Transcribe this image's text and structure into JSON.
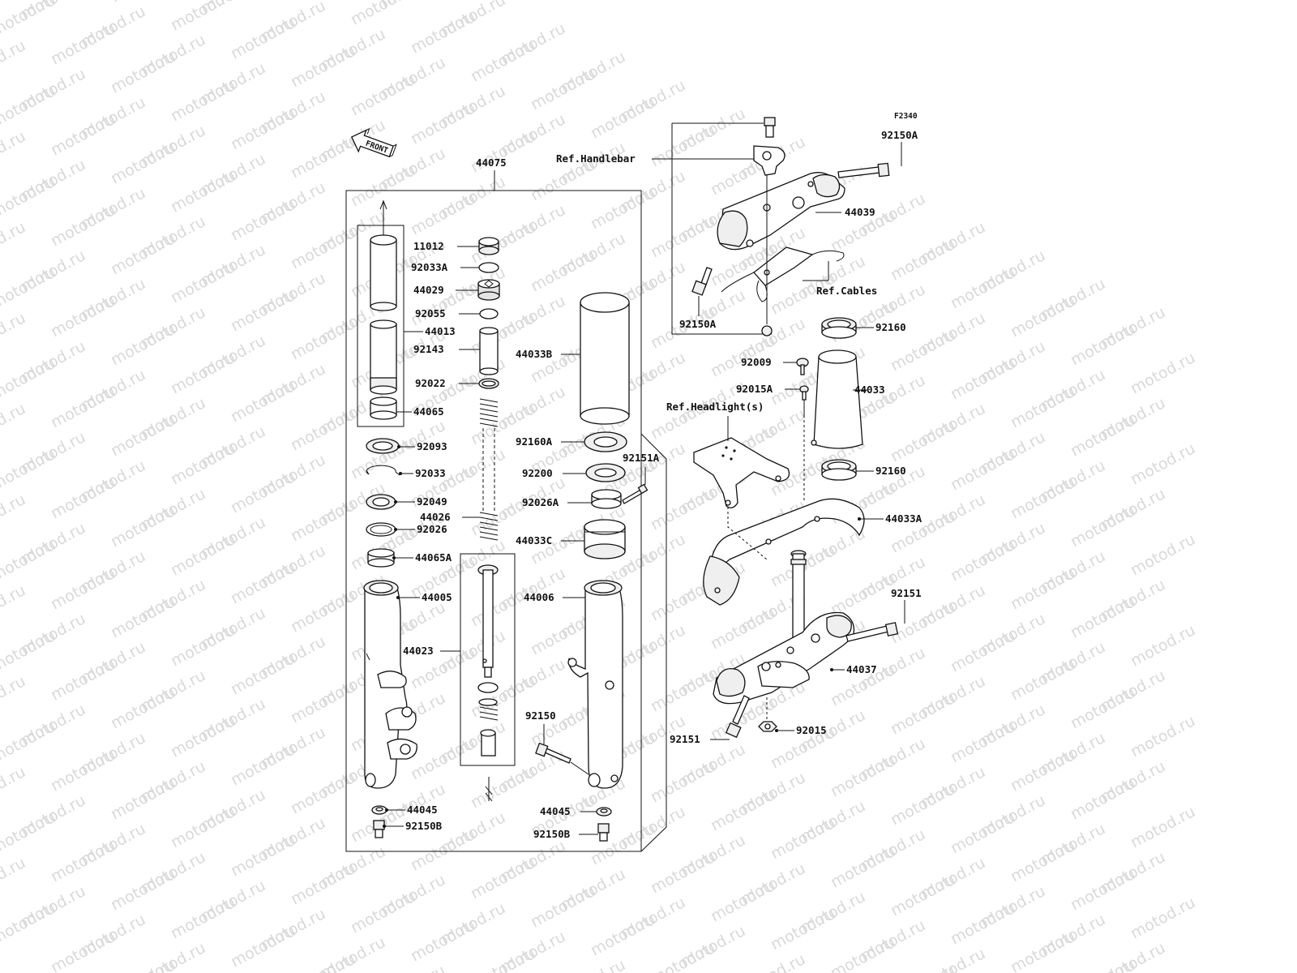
{
  "figure_code": "F2340",
  "front_arrow_label": "FRONT",
  "watermark_text": "motod.ru",
  "colors": {
    "line": "#111111",
    "watermark": "#d9d9d9",
    "background": "#ffffff"
  },
  "callouts": {
    "c44075": "44075",
    "c11012": "11012",
    "c92033A": "92033A",
    "c44029": "44029",
    "c92055": "92055",
    "c44013": "44013",
    "c92143": "92143",
    "c92022": "92022",
    "c44065": "44065",
    "c92093": "92093",
    "c92033": "92033",
    "c92049": "92049",
    "c44026": "44026",
    "c92026": "92026",
    "c44065A": "44065A",
    "c44005": "44005",
    "c44023": "44023",
    "c44045_l": "44045",
    "c92150B_l": "92150B",
    "c44033B": "44033B",
    "c92160A": "92160A",
    "c92151A": "92151A",
    "c92200": "92200",
    "c92026A": "92026A",
    "c44033C": "44033C",
    "c44006": "44006",
    "c92150": "92150",
    "c44045_r": "44045",
    "c92150B_r": "92150B",
    "c92150A_top": "92150A",
    "c_ref_handlebar": "Ref.Handlebar",
    "c44039": "44039",
    "c_ref_cables": "Ref.Cables",
    "c92150A_bot": "92150A",
    "c92160_top": "92160",
    "c92009": "92009",
    "c92015A": "92015A",
    "c44033": "44033",
    "c_ref_headlight": "Ref.Headlight(s)",
    "c92160_bot": "92160",
    "c44033A": "44033A",
    "c92151_r": "92151",
    "c44037": "44037",
    "c92151_b": "92151",
    "c92015": "92015"
  }
}
